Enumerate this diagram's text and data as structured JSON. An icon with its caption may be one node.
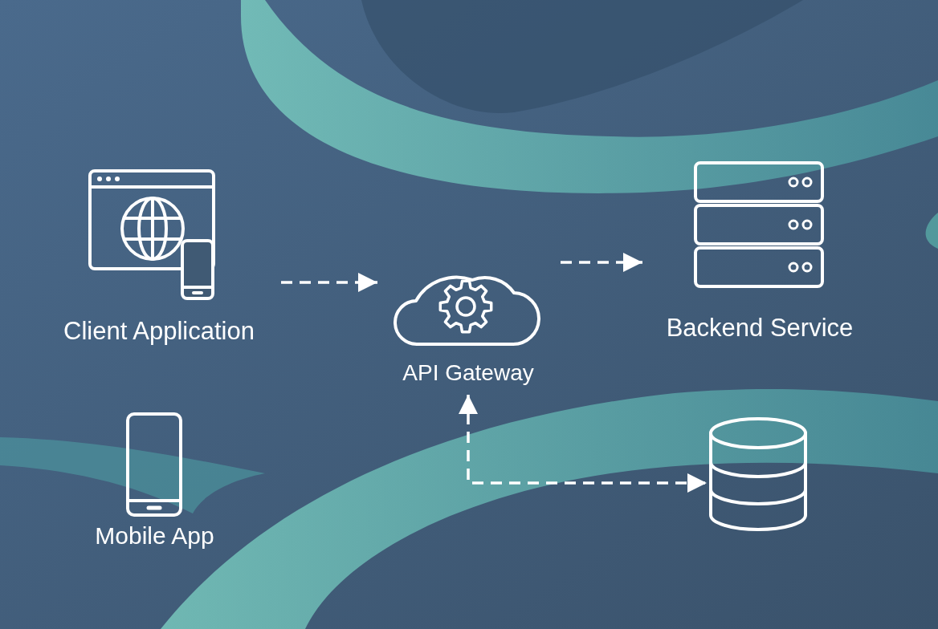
{
  "diagram": {
    "nodes": [
      {
        "text": [
          "Client Application"
        ]
      },
      {
        "text": [
          "API Gateway"
        ]
      },
      {
        "text": [
          "Backend Service"
        ]
      },
      {
        "text": [
          "Mobile App"
        ]
      },
      {
        "text": [],
        "shape": "cylinder"
      }
    ],
    "edges": [
      {
        "from": 0,
        "to": 1,
        "arrow": "to",
        "style": "dashed"
      },
      {
        "from": 1,
        "to": 2,
        "arrow": "to",
        "style": "dashed"
      },
      {
        "from": 1,
        "to": 4,
        "arrow": "both",
        "style": "dashed"
      }
    ]
  }
}
